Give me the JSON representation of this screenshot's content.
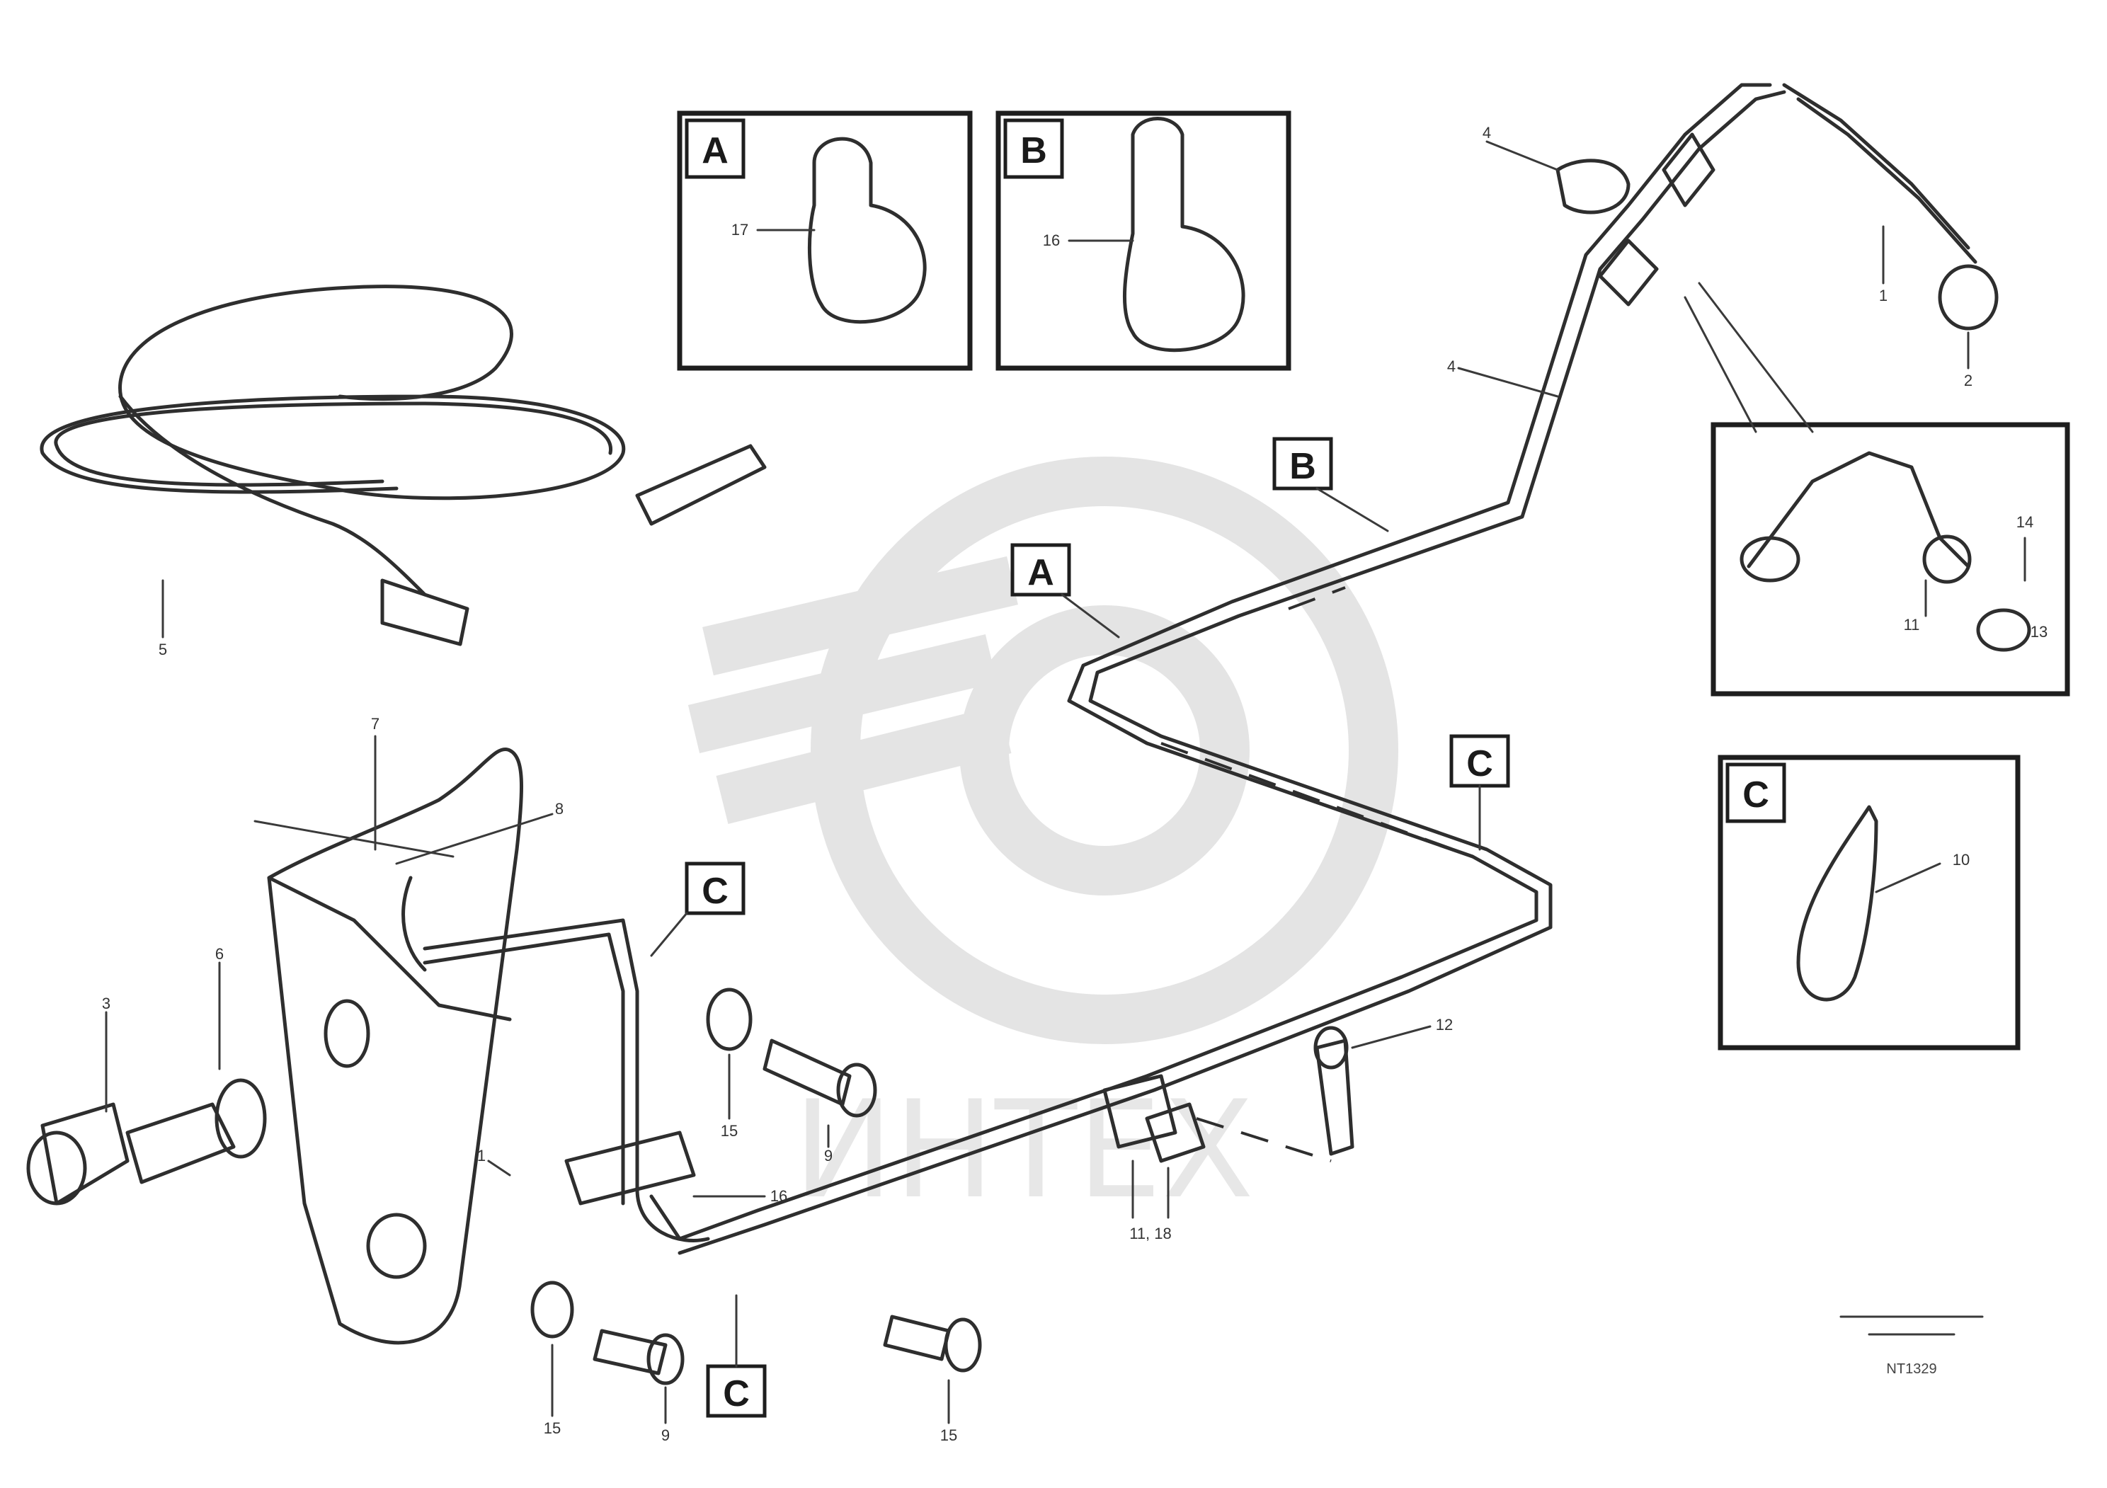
{
  "watermark": {
    "text": "ИНТЕХ"
  },
  "detail_views": {
    "A": {
      "label": "A",
      "item": "17"
    },
    "B": {
      "label": "B",
      "item": "16"
    },
    "C": {
      "label": "C",
      "item": "10"
    },
    "D": {
      "items": [
        "11",
        "14",
        "13"
      ]
    }
  },
  "callouts": {
    "A": "A",
    "B": "B",
    "C_right": "C",
    "C_mid": "C",
    "C_bottom": "C"
  },
  "part_numbers": {
    "cable_harness": "5",
    "top_nut": "4",
    "top_bolt": "1",
    "top_washer": "2",
    "pipe_upper": "4",
    "bracket_top": "7",
    "bracket_screw": "8",
    "grommet": "6",
    "connector": "3",
    "bracket_left": "1",
    "nut_mid": "15",
    "bolt_mid": "9",
    "clamp_label": "16",
    "washer_bottom": "15",
    "bolt_bottom": "9",
    "bolt_right": "15",
    "clamp_pair": "11, 18",
    "bolt_far_right": "12"
  },
  "figure_code": {
    "line1": "",
    "line2": "",
    "id": "NT1329"
  }
}
